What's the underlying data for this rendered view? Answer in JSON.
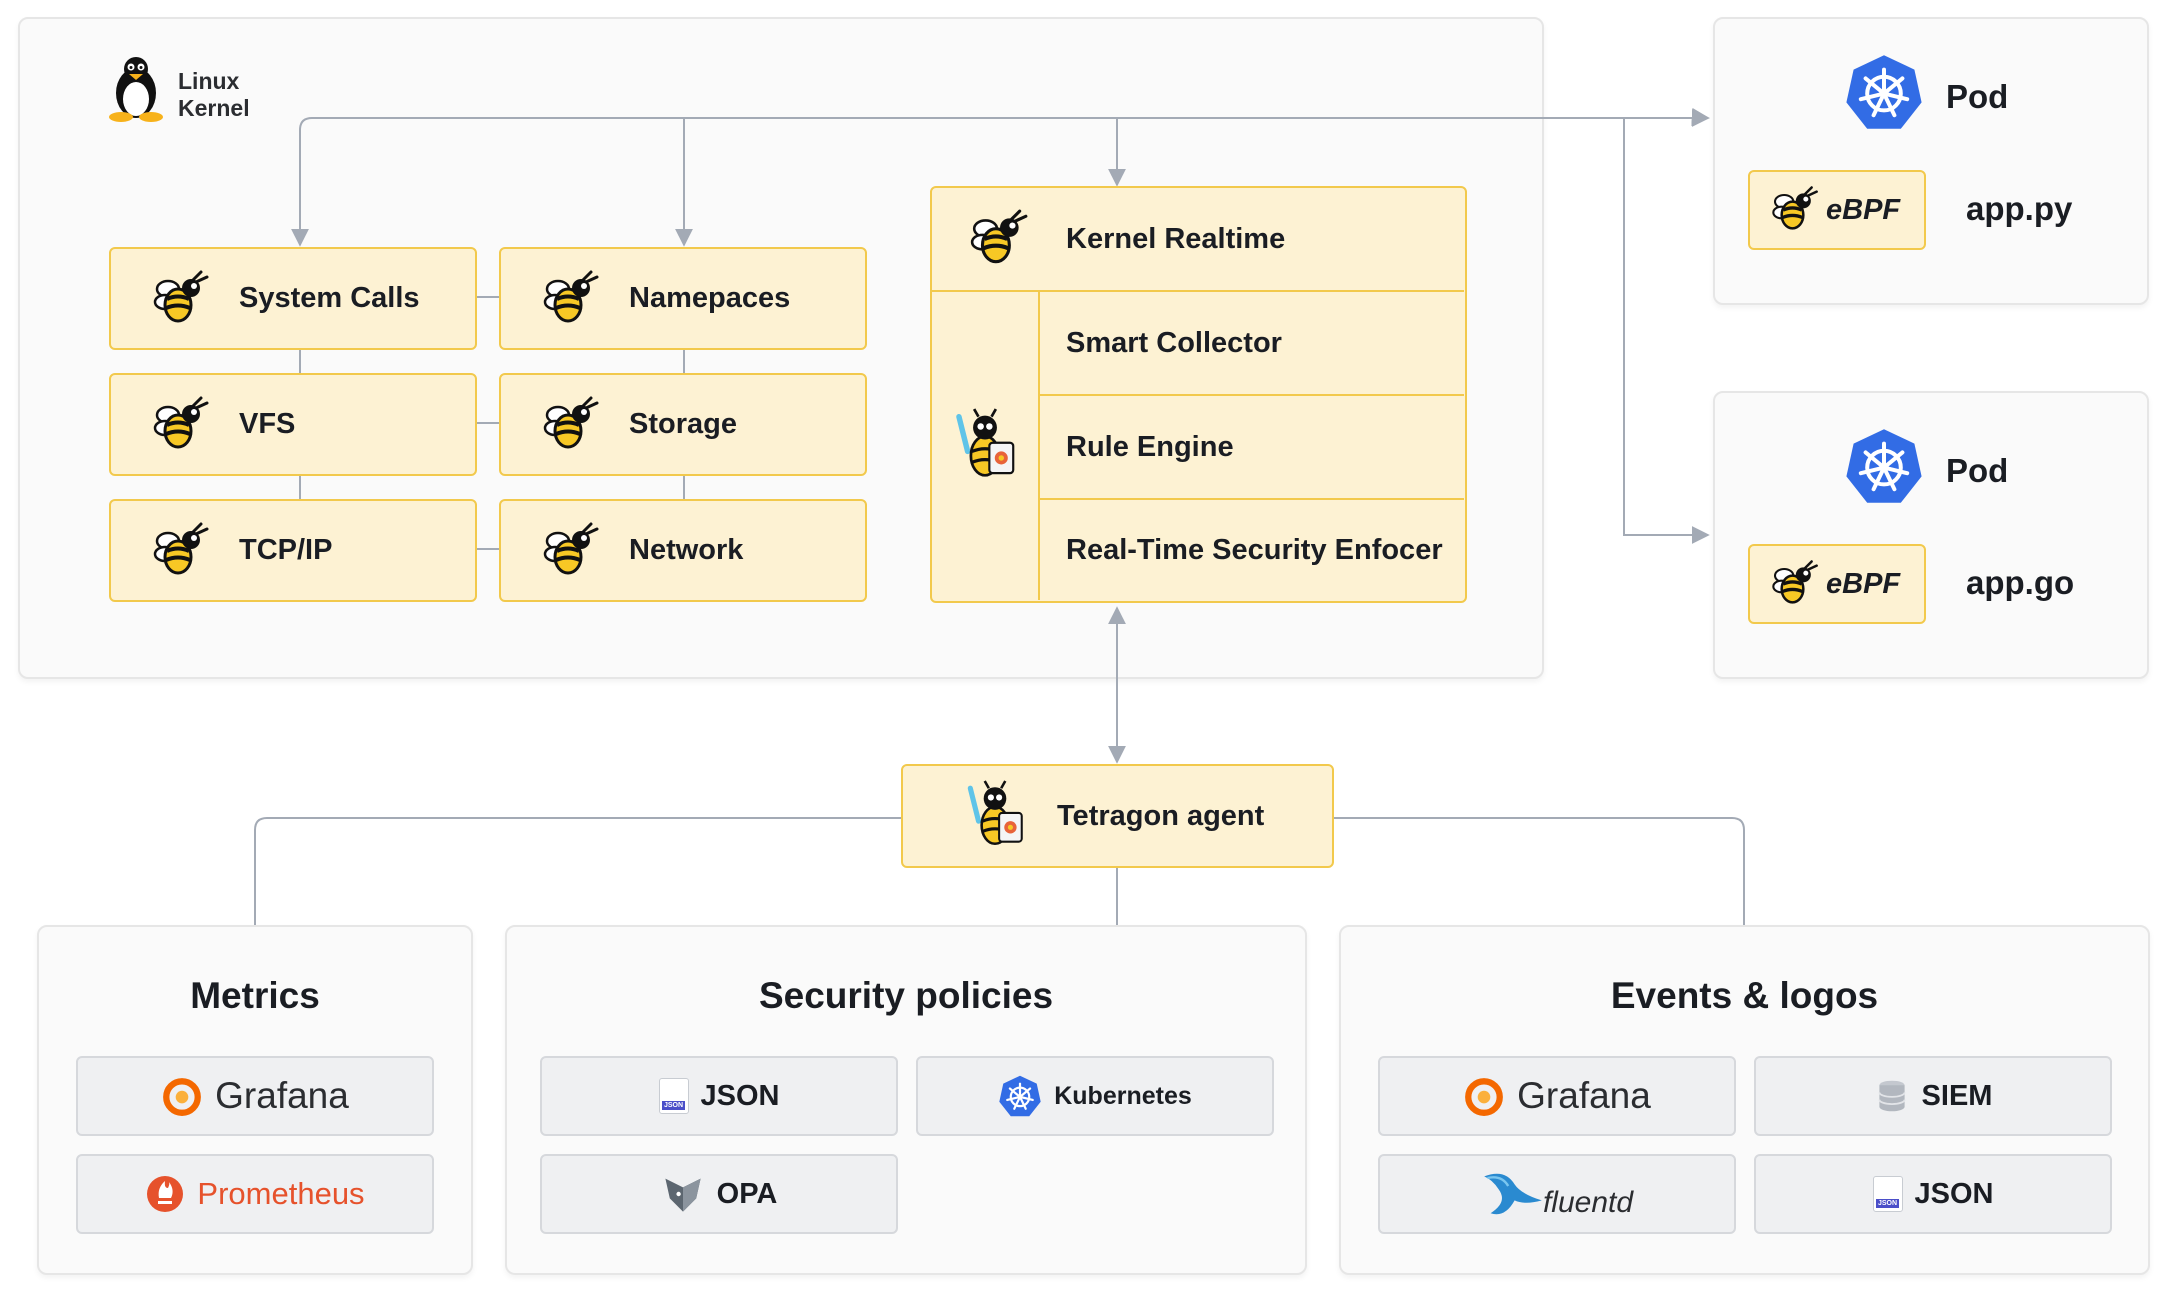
{
  "linux_kernel": {
    "label_line1": "Linux",
    "label_line2": "Kernel"
  },
  "kernel_grid": {
    "items": [
      {
        "label": "System Calls"
      },
      {
        "label": "Namepaces"
      },
      {
        "label": "VFS"
      },
      {
        "label": "Storage"
      },
      {
        "label": "TCP/IP"
      },
      {
        "label": "Network"
      }
    ]
  },
  "tetragon_stack": {
    "header": "Kernel Realtime",
    "rows": [
      "Smart Collector",
      "Rule Engine",
      "Real-Time Security Enfocer"
    ]
  },
  "pods": [
    {
      "title": "Pod",
      "badge": "eBPF",
      "app": "app.py"
    },
    {
      "title": "Pod",
      "badge": "eBPF",
      "app": "app.go"
    }
  ],
  "agent": {
    "label": "Tetragon agent"
  },
  "metrics": {
    "title": "Metrics",
    "items": [
      "Grafana",
      "Prometheus"
    ]
  },
  "security_policies": {
    "title": "Security policies",
    "items": [
      "JSON",
      "Kubernetes",
      "OPA"
    ]
  },
  "events_logs": {
    "title": "Events & logos",
    "items": [
      "Grafana",
      "SIEM",
      "fluentd",
      "JSON"
    ]
  },
  "json_icon_text": "JSON",
  "colors": {
    "accent_yellow": "#f2c94c",
    "yellow_fill": "#fdf2d3",
    "k8s_blue": "#326ce5",
    "connector": "#a3aab5",
    "grafana_orange": "#f46800",
    "prometheus_red": "#e6522c"
  }
}
